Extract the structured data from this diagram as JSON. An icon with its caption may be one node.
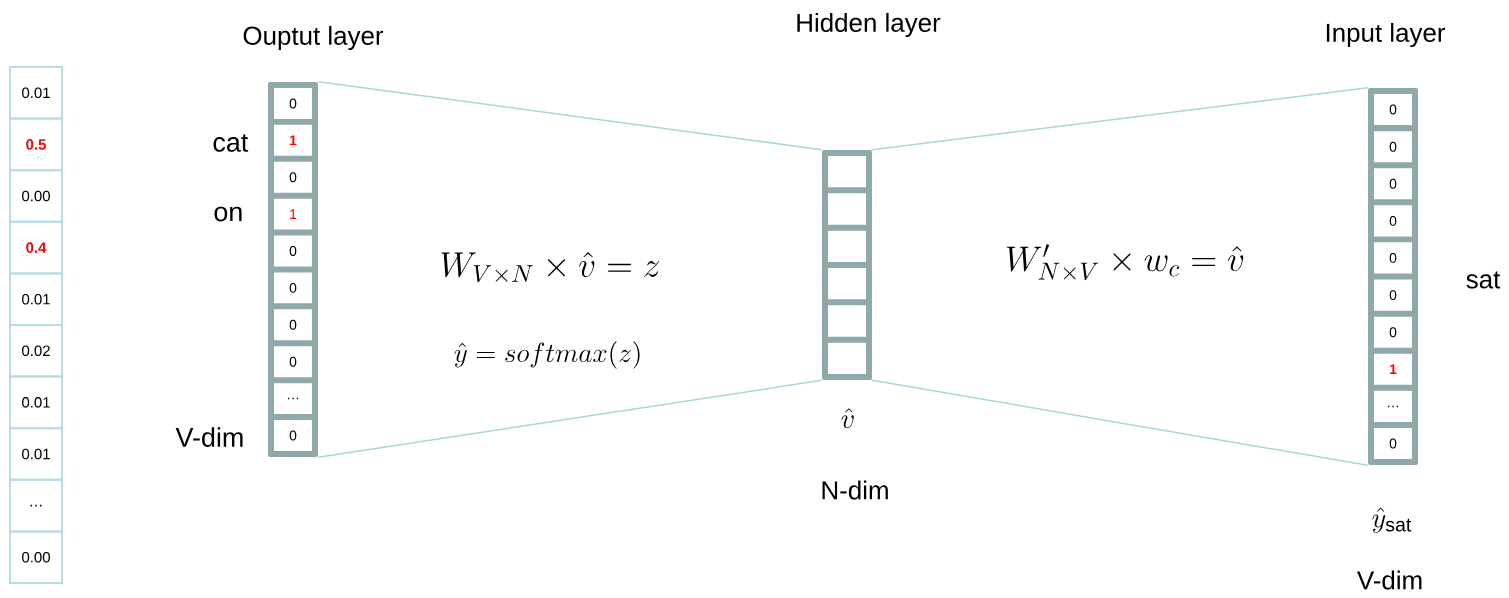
{
  "diagram": {
    "nodes": [
      {
        "text": [],
        "shape": "bar"
      },
      {
        "text": [
          "0.01"
        ],
        "in": 0
      },
      {
        "text": [
          "0.5"
        ],
        "in": 0
      },
      {
        "text": [
          "0.00"
        ],
        "in": 0
      },
      {
        "text": [
          "0.4"
        ],
        "in": 0
      },
      {
        "text": [
          "0.01"
        ],
        "in": 0
      },
      {
        "text": [
          "0.02"
        ],
        "in": 0
      },
      {
        "text": [
          "0.01"
        ],
        "in": 0
      },
      {
        "text": [
          "0.01"
        ],
        "in": 0
      },
      {
        "text": [
          "…"
        ],
        "in": 0
      },
      {
        "text": [
          "0.00"
        ],
        "in": 0
      },
      {
        "text": [
          "Ouptut layer"
        ]
      },
      {
        "text": [
          "0"
        ],
        "in": 11
      },
      {
        "text": [
          "1"
        ],
        "in": 11,
        "beside": [
          "cat"
        ]
      },
      {
        "text": [
          "0"
        ],
        "in": 11
      },
      {
        "text": [
          "1"
        ],
        "in": 11,
        "beside": [
          "on"
        ]
      },
      {
        "text": [
          "0"
        ],
        "in": 11
      },
      {
        "text": [
          "0"
        ],
        "in": 11
      },
      {
        "text": [
          "0"
        ],
        "in": 11
      },
      {
        "text": [
          "0"
        ],
        "in": 11
      },
      {
        "text": [
          "…"
        ],
        "in": 11
      },
      {
        "text": [
          "0"
        ],
        "in": 11,
        "beside": [
          "V-dim"
        ]
      },
      {
        "text": [
          "Hidden layer"
        ],
        "beside": [
          "\\hat{v}",
          "N-dim"
        ]
      },
      {
        "text": [],
        "shape": "box",
        "in": 22
      },
      {
        "text": [],
        "shape": "box",
        "in": 22
      },
      {
        "text": [],
        "shape": "box",
        "in": 22
      },
      {
        "text": [],
        "shape": "box",
        "in": 22
      },
      {
        "text": [],
        "shape": "box",
        "in": 22
      },
      {
        "text": [],
        "shape": "box",
        "in": 22
      },
      {
        "text": [
          "Input layer"
        ],
        "beside": [
          "sat",
          "\\hat{y}_{\\mathrm{sat}}",
          "V-dim"
        ]
      },
      {
        "text": [
          "0"
        ],
        "in": 29
      },
      {
        "text": [
          "0"
        ],
        "in": 29
      },
      {
        "text": [
          "0"
        ],
        "in": 29
      },
      {
        "text": [
          "0"
        ],
        "in": 29
      },
      {
        "text": [
          "0"
        ],
        "in": 29
      },
      {
        "text": [
          "0"
        ],
        "in": 29
      },
      {
        "text": [
          "0"
        ],
        "in": 29
      },
      {
        "text": [
          "1"
        ],
        "in": 29
      },
      {
        "text": [
          "…"
        ],
        "in": 29
      },
      {
        "text": [
          "0"
        ],
        "in": 29
      }
    ],
    "edges": [
      {
        "from": 11,
        "to": 22,
        "arrow": "none"
      },
      {
        "from": 11,
        "to": 22,
        "arrow": "none"
      },
      {
        "from": 22,
        "to": 29,
        "arrow": "none"
      },
      {
        "from": 22,
        "to": 29,
        "arrow": "none"
      }
    ],
    "labels": [
      "W_{V\\times N}\\times\\hat{v}=z",
      "\\hat{y}=softmax(z)",
      "W'_{N\\times V}\\times w_c=\\hat{v}"
    ]
  }
}
